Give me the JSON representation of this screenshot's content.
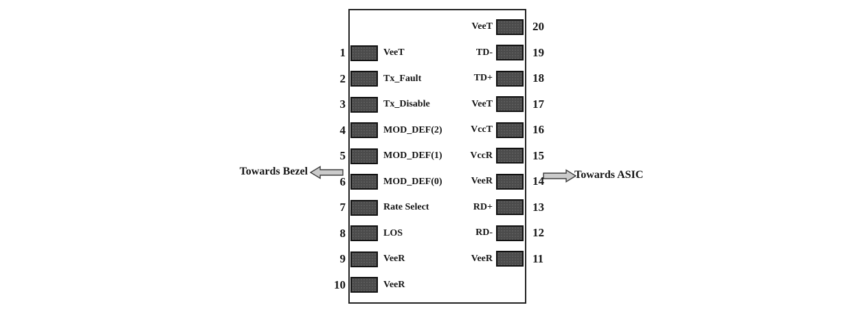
{
  "diagram": {
    "type": "pinout",
    "annotations": {
      "left_arrow_label": "Towards Bezel",
      "right_arrow_label": "Towards ASIC"
    },
    "pins": {
      "left": [
        {
          "number": "1",
          "label": "VeeT"
        },
        {
          "number": "2",
          "label": "Tx_Fault"
        },
        {
          "number": "3",
          "label": "Tx_Disable"
        },
        {
          "number": "4",
          "label": "MOD_DEF(2)"
        },
        {
          "number": "5",
          "label": "MOD_DEF(1)"
        },
        {
          "number": "6",
          "label": "MOD_DEF(0)"
        },
        {
          "number": "7",
          "label": "Rate Select"
        },
        {
          "number": "8",
          "label": "LOS"
        },
        {
          "number": "9",
          "label": "VeeR"
        },
        {
          "number": "10",
          "label": "VeeR"
        }
      ],
      "right": [
        {
          "number": "20",
          "label": "VeeT"
        },
        {
          "number": "19",
          "label": "TD-"
        },
        {
          "number": "18",
          "label": "TD+"
        },
        {
          "number": "17",
          "label": "VeeT"
        },
        {
          "number": "16",
          "label": "VccT"
        },
        {
          "number": "15",
          "label": "VccR"
        },
        {
          "number": "14",
          "label": "VeeR"
        },
        {
          "number": "13",
          "label": "RD+"
        },
        {
          "number": "12",
          "label": "RD-"
        },
        {
          "number": "11",
          "label": "VeeR"
        }
      ]
    },
    "colors": {
      "pad_fill": "#4b4b4b",
      "pad_border": "#111111",
      "outline_border": "#1f1f1f",
      "arrow_fill": "#cbcbcb",
      "arrow_outline": "#3c3c3c",
      "background": "#ffffff",
      "text": "#151515"
    }
  }
}
